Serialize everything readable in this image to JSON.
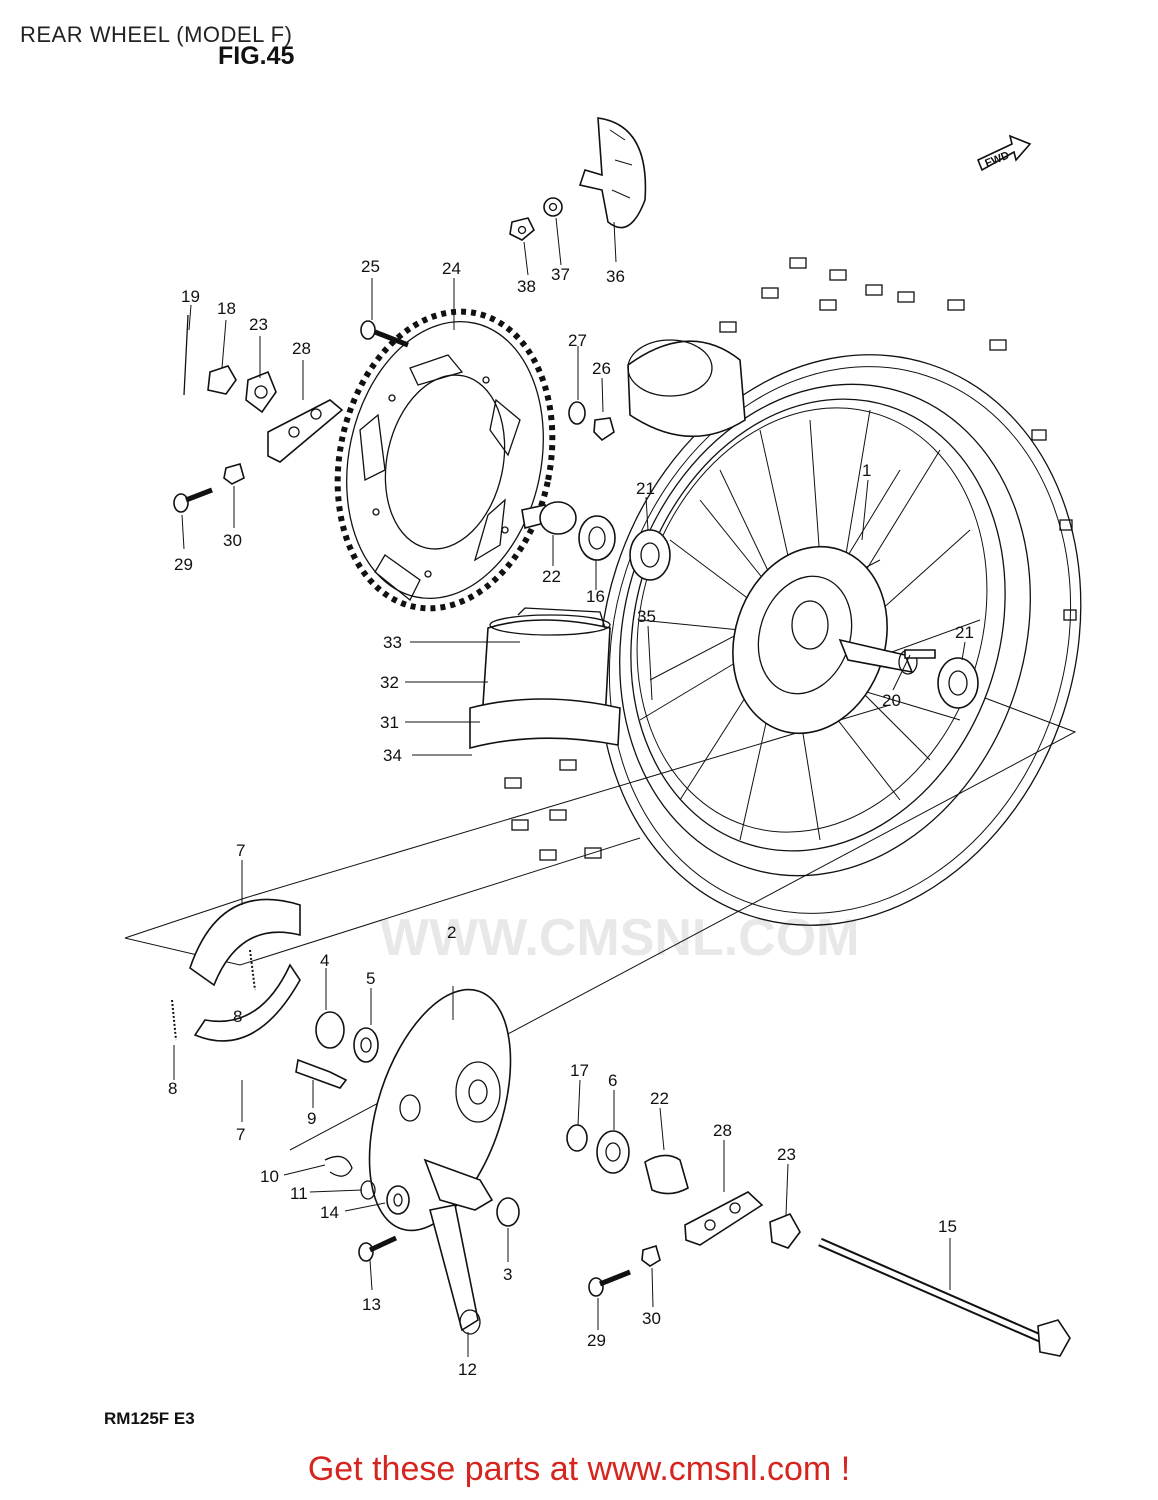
{
  "page_title": "REAR WHEEL (MODEL F)",
  "figure_label": "FIG.45",
  "direction_badge": "FWD",
  "model_code": "RM125F  E3",
  "watermark": "WWW.CMSNL.COM",
  "footer_link": "Get these parts at www.cmsnl.com !",
  "callouts": [
    "1",
    "2",
    "3",
    "4",
    "5",
    "6",
    "7",
    "7",
    "8",
    "8",
    "9",
    "10",
    "11",
    "12",
    "13",
    "14",
    "15",
    "16",
    "17",
    "18",
    "19",
    "20",
    "21",
    "21",
    "22",
    "22",
    "23",
    "23",
    "24",
    "25",
    "26",
    "27",
    "28",
    "28",
    "29",
    "29",
    "30",
    "30",
    "31",
    "32",
    "33",
    "34",
    "35",
    "36",
    "37",
    "38"
  ]
}
